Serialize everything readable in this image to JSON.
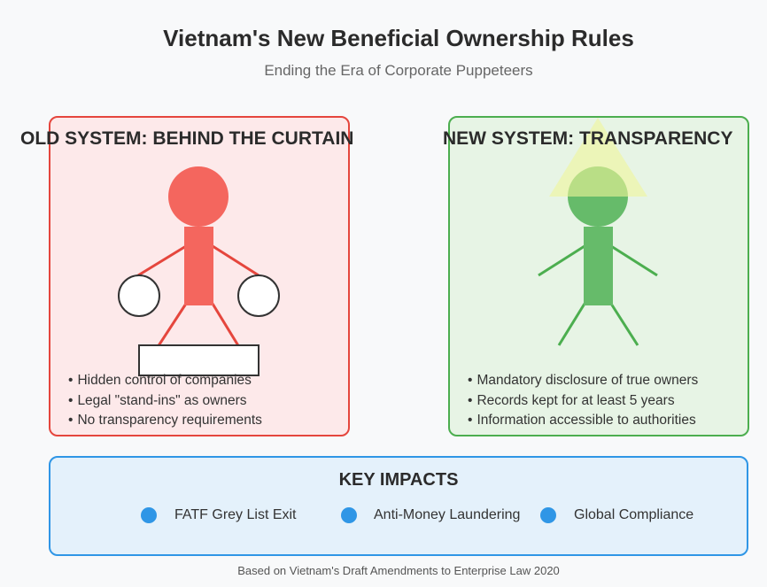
{
  "header": {
    "title": "Vietnam's New Beneficial Ownership Rules",
    "subtitle": "Ending the Era of Corporate Puppeteers"
  },
  "old_system": {
    "heading": "OLD SYSTEM: BEHIND THE CURTAIN",
    "border_color": "#e5463d",
    "figure_color": "#f4665e",
    "bullets": [
      "Hidden control of companies",
      "Legal \"stand-ins\" as owners",
      "No transparency requirements"
    ]
  },
  "new_system": {
    "heading": "NEW SYSTEM: TRANSPARENCY",
    "border_color": "#4cae4f",
    "figure_color": "#66bb6a",
    "light_color": "#f0f59a",
    "bullets": [
      "Mandatory disclosure of true owners",
      "Records kept for at least 5 years",
      "Information accessible to authorities"
    ]
  },
  "impacts": {
    "title": "KEY IMPACTS",
    "accent_color": "#2f96e6",
    "items": [
      "FATF Grey List Exit",
      "Anti-Money Laundering",
      "Global Compliance"
    ]
  },
  "footnote": "Based on Vietnam's Draft Amendments to Enterprise Law 2020"
}
